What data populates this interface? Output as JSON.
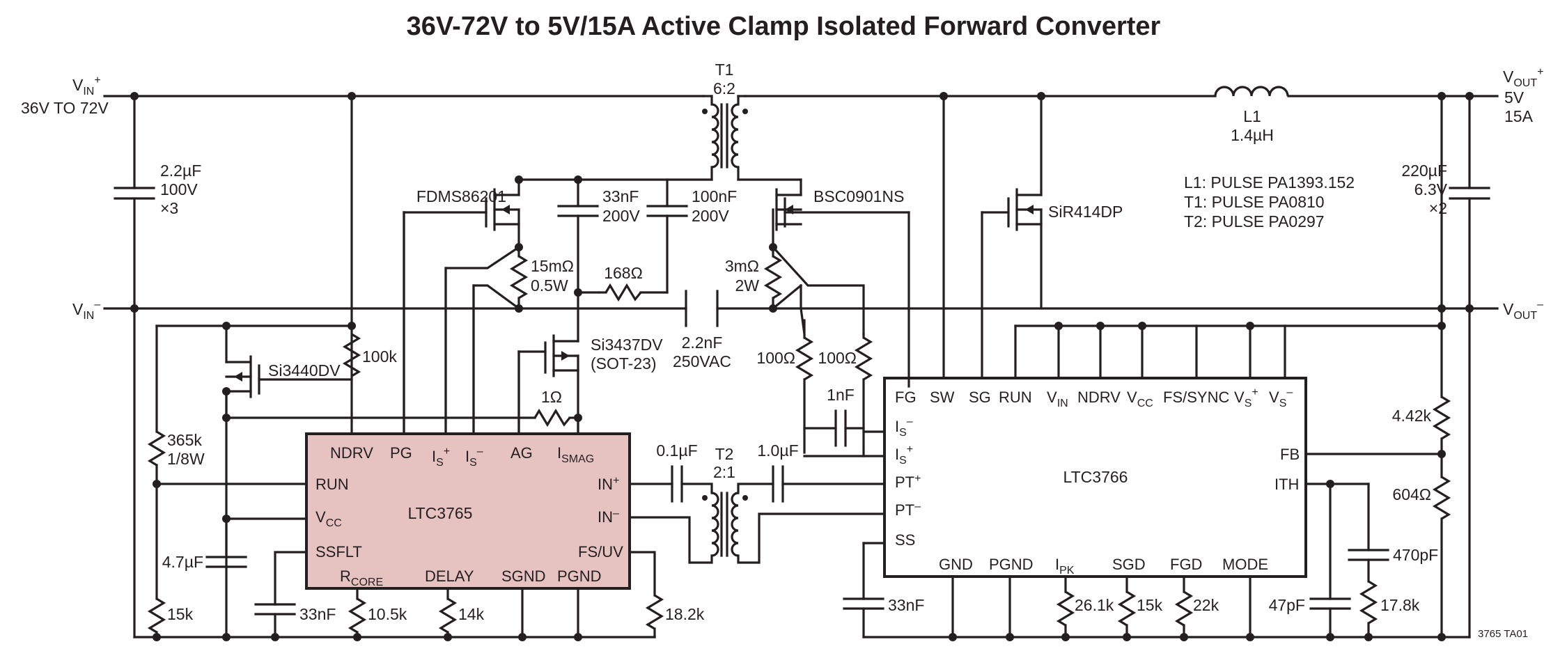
{
  "title": "36V-72V to 5V/15A Active Clamp Isolated Forward Converter",
  "figure_id": "3765 TA01",
  "input": {
    "vin_plus": "V",
    "vin_plus_sub": "IN",
    "vin_plus_sup": "+",
    "range": "36V TO 72V",
    "vin_minus": "V",
    "vin_minus_sub": "IN",
    "vin_minus_sup": "–"
  },
  "output": {
    "vout_plus": "V",
    "vout_plus_sub": "OUT",
    "vout_plus_sup": "+",
    "voltage": "5V",
    "current": "15A",
    "vout_minus": "V",
    "vout_minus_sub": "OUT",
    "vout_minus_sup": "–"
  },
  "transformers": {
    "t1_name": "T1",
    "t1_ratio": "6:2",
    "t2_name": "T2",
    "t2_ratio": "2:1"
  },
  "inductor": {
    "name": "L1",
    "value": "1.4µH"
  },
  "notes": [
    "L1: PULSE PA1393.152",
    "T1: PULSE PA0810",
    "T2: PULSE PA0297"
  ],
  "components": {
    "cin": [
      "2.2µF",
      "100V",
      "×3"
    ],
    "cout": [
      "220µF",
      "6.3V",
      "×2"
    ],
    "q_main": "FDMS86201",
    "q_clamp": "Si3437DV",
    "q_clamp_pkg": "(SOT-23)",
    "q_sync_fwd": "BSC0901NS",
    "q_sync_cat": "SiR414DP",
    "q_vcc": "Si3440DV",
    "c_clamp1": [
      "33nF",
      "200V"
    ],
    "c_clamp2": [
      "100nF",
      "200V"
    ],
    "r_sense1": [
      "15mΩ",
      "0.5W"
    ],
    "r_sense2": [
      "3mΩ",
      "2W"
    ],
    "r_168": "168Ω",
    "c_iso": [
      "2.2nF",
      "250VAC"
    ],
    "r_100k": "100k",
    "r_1ohm": "1Ω",
    "r_365k": [
      "365k",
      "1/8W"
    ],
    "c_4u7": "4.7µF",
    "r_15k_left": "15k",
    "c_33n_left": "33nF",
    "r_10k5": "10.5k",
    "r_14k": "14k",
    "r_18k2": "18.2k",
    "c_0u1": "0.1µF",
    "c_1u0": "1.0µF",
    "r_100_a": "100Ω",
    "r_100_b": "100Ω",
    "c_1n": "1nF",
    "c_33n_right": "33nF",
    "r_26k1": "26.1k",
    "r_15k_right": "15k",
    "r_22k": "22k",
    "c_47p": "47pF",
    "r_17k8": "17.8k",
    "c_470p": "470pF",
    "r_4k42": "4.42k",
    "r_604": "604Ω"
  },
  "ic1": {
    "name": "LTC3765",
    "top_pins": [
      "NDRV",
      "PG",
      "I",
      "I",
      "AG",
      "I"
    ],
    "top_subs": [
      "",
      "",
      "S",
      "S",
      "",
      "SMAG"
    ],
    "top_sups": [
      "",
      "",
      "+",
      "–",
      "",
      ""
    ],
    "left_pins": [
      "RUN",
      "V",
      "SSFLT"
    ],
    "left_subs": [
      "",
      "CC",
      ""
    ],
    "bottom_pins": [
      "R",
      "DELAY",
      "SGND",
      "PGND"
    ],
    "bottom_subs": [
      "CORE",
      "",
      "",
      ""
    ],
    "right_pins": [
      "IN",
      "IN",
      "FS/UV"
    ],
    "right_sups": [
      "+",
      "–",
      ""
    ]
  },
  "ic2": {
    "name": "LTC3766",
    "top_pins": [
      "FG",
      "SW",
      "SG",
      "RUN",
      "V",
      "NDRV",
      "V",
      "FS/SYNC",
      "V",
      "V"
    ],
    "top_subs": [
      "",
      "",
      "",
      "",
      "IN",
      "",
      "CC",
      "",
      "S",
      "S"
    ],
    "top_sups": [
      "",
      "",
      "",
      "",
      "",
      "",
      "",
      "",
      "+",
      "–"
    ],
    "left_pins": [
      "I",
      "I",
      "PT",
      "PT",
      "SS"
    ],
    "left_subs": [
      "S",
      "S",
      "",
      "",
      ""
    ],
    "left_sups": [
      "–",
      "+",
      "+",
      "–",
      ""
    ],
    "right_pins": [
      "FB",
      "ITH"
    ],
    "bottom_pins": [
      "GND",
      "PGND",
      "I",
      "SGD",
      "FGD",
      "MODE"
    ],
    "bottom_subs": [
      "",
      "",
      "PK",
      "",
      "",
      ""
    ]
  }
}
